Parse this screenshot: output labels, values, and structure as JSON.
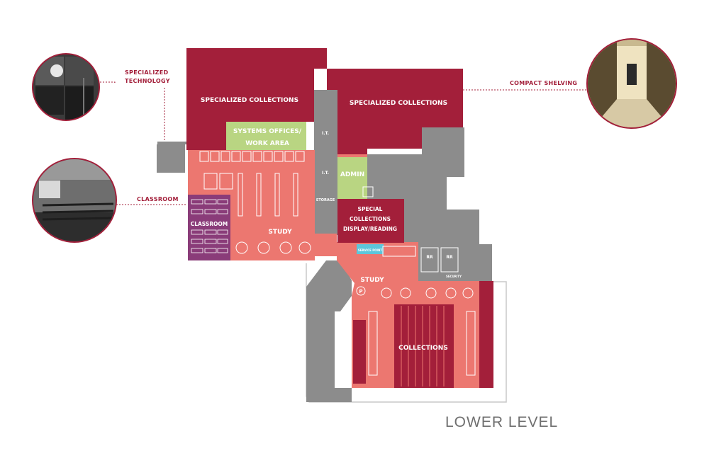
{
  "plan": {
    "level_title": "LOWER LEVEL",
    "rooms": {
      "spec_coll_left": "SPECIALIZED COLLECTIONS",
      "spec_coll_right": "SPECIALIZED COLLECTIONS",
      "systems_offices_line1": "SYSTEMS OFFICES/",
      "systems_offices_line2": "WORK AREA",
      "admin": "ADMIN",
      "special_coll_line1": "SPECIAL",
      "special_coll_line2": "COLLECTIONS",
      "special_coll_line3": "DISPLAY/READING",
      "study_upper": "STUDY",
      "study_lower": "STUDY",
      "classroom": "CLASSROOM",
      "collections": "COLLECTIONS",
      "it_upper": "I.T.",
      "it_lower": "I.T.",
      "storage": "STORAGE",
      "service_point": "SERVICE POINT",
      "rr_left": "RR",
      "rr_right": "RR",
      "security": "SECURITY",
      "parking_marker": "P"
    },
    "callouts": {
      "specialized_technology_line1": "SPECIALIZED",
      "specialized_technology_line2": "TECHNOLOGY",
      "classroom": "CLASSROOM",
      "compact_shelving": "COMPACT SHELVING"
    },
    "colors": {
      "specialized": "#a31f3a",
      "study": "#ec7770",
      "systems": "#b9d582",
      "classroom": "#8a3c79",
      "service": "#5cc6db",
      "gray": "#8c8c8c",
      "callout_text": "#a31f3a",
      "title_text": "#6f6f6f"
    }
  }
}
